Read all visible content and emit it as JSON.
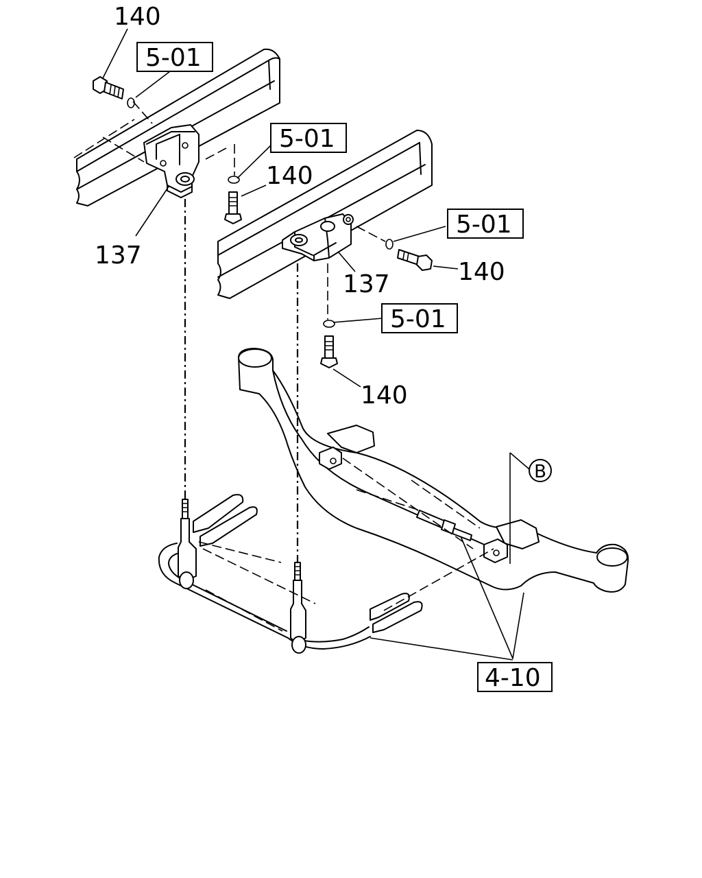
{
  "diagram": {
    "callouts": {
      "bolt_top_left": "140",
      "bolt_upper_center": "140",
      "bolt_right": "140",
      "bolt_lower": "140",
      "bracket_left": "137",
      "bracket_right": "137",
      "ref_top_left": "5-01",
      "ref_upper_center": "5-01",
      "ref_right": "5-01",
      "ref_lower": "5-01",
      "ref_axle": "4-10",
      "view_marker": "B"
    }
  }
}
